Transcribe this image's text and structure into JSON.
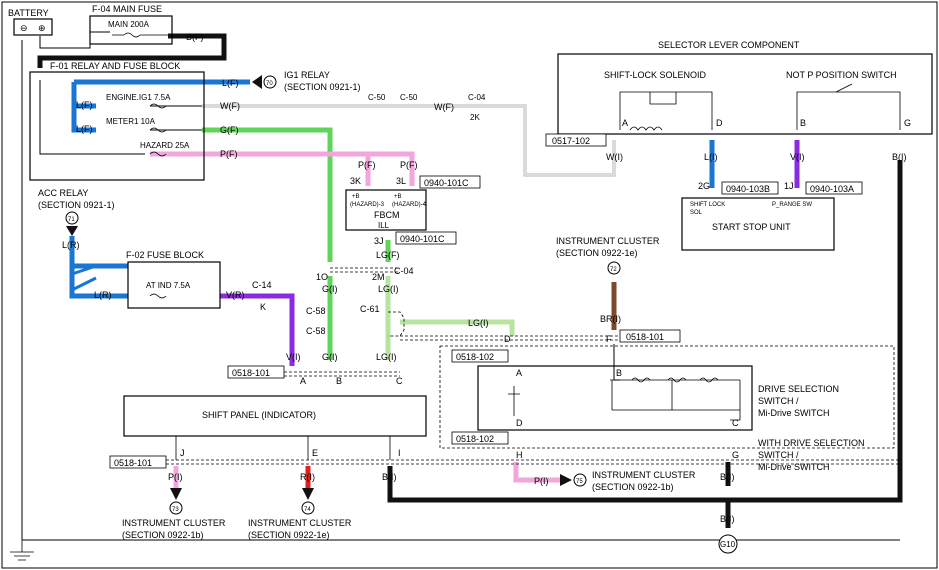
{
  "colors": {
    "blue": "#1976d2",
    "green": "#5fd35a",
    "pink": "#f3a6dd",
    "purple": "#8a2be2",
    "brown": "#7a4a2a",
    "black": "#111111",
    "red": "#e02020",
    "gray": "#b4b4b4"
  },
  "battery": {
    "label": "BATTERY",
    "minus": "⊖",
    "plus": "⊕"
  },
  "main_fuse": {
    "block_label": "F-04  MAIN FUSE",
    "fuse_label": "MAIN 200A",
    "wire": "B(F)"
  },
  "relay_block": {
    "label": "F-01  RELAY AND FUSE BLOCK",
    "out_wire": "L(F)",
    "ig1_tag": "70",
    "ig1_text": "IG1 RELAY",
    "ig1_section": "(SECTION 0921-1)",
    "engine_wire": "L(F)",
    "engine_fuse": "ENGINE.IG1 7.5A",
    "engine_out": "W(F)",
    "meter_wire": "L(F)",
    "meter_fuse": "METER1 10A",
    "meter_out": "G(F)",
    "hazard_fuse": "HAZARD 25A",
    "hazard_out": "P(F)"
  },
  "conn_c50": {
    "left": "C-50",
    "right": "C-50",
    "wire": "W(F)"
  },
  "conn_c04_top": {
    "label": "C-04",
    "pin": "2K"
  },
  "selector": {
    "title": "SELECTOR LEVER COMPONENT",
    "solenoid": "SHIFT-LOCK SOLENOID",
    "notp": "NOT P POSITION SWITCH",
    "pin_a": "A",
    "pin_d": "D",
    "pin_b": "B",
    "pin_g": "G",
    "conn": "0517-102",
    "wire_a": "W(I)",
    "wire_d": "L(I)",
    "wire_b": "V(I)",
    "wire_g": "B(I)"
  },
  "startstop": {
    "label": "START STOP UNIT",
    "pin1": "2G",
    "conn1": "0940-103B",
    "pin2": "1J",
    "conn2": "0940-103A",
    "sub1a": "SHIFT LOCK",
    "sub1b": "SOL",
    "sub2": "P_RANGE SW"
  },
  "fbcm": {
    "label": "FBCM",
    "p_left": "P(F)",
    "p_right": "P(F)",
    "pin_left": "3K",
    "pin_right": "3L",
    "conn_top": "0940-101C",
    "haz_left": "(HAZARD)-3",
    "haz_right": "(HAZARD)-4",
    "plus_left": "+B",
    "plus_right": "+B",
    "ill": "ILL",
    "pin_bottom": "3J",
    "conn_bottom": "0940-101C",
    "out_wire": "LG(F)"
  },
  "acc_relay": {
    "tag": "71",
    "text": "ACC RELAY",
    "section": "(SECTION 0921-1)",
    "wire": "L(R)"
  },
  "fuse_block_f02": {
    "label": "F-02  FUSE BLOCK",
    "fuse": "AT IND 7.5A",
    "in_wire": "L(R)",
    "out_wire": "V(R)"
  },
  "conn_c14": {
    "label": "C-14",
    "pin": "K"
  },
  "conn_c04": {
    "pin_left": "1O",
    "pin_right": "2M",
    "label": "C-04",
    "wire_g": "G(I)",
    "wire_lg": "LG(I)"
  },
  "conn_c58": {
    "label1": "C-58",
    "label2": "C-58",
    "wire": "G(I)"
  },
  "conn_c61": {
    "label": "C-61",
    "wire": "LG(I)",
    "branch": "LG(I)"
  },
  "instr_72": {
    "text": "INSTRUMENT CLUSTER",
    "section": "(SECTION 0922-1e)",
    "tag": "72",
    "wire": "BR(I)"
  },
  "conn_0518_f": {
    "pin": "F",
    "conn": "0518-101",
    "pin_d": "D"
  },
  "shift_panel": {
    "label": "SHIFT PANEL (INDICATOR)",
    "conn_top": "0518-101",
    "conn_bottom": "0518-101",
    "wire_a": "V(I)",
    "wire_b": "G(I)",
    "wire_c": "LG(I)",
    "pin_a": "A",
    "pin_b": "B",
    "pin_c": "C",
    "pin_j": "J",
    "pin_e": "E",
    "pin_i": "I",
    "wire_j": "P(I)",
    "wire_e": "R(I)",
    "wire_i": "B(I)"
  },
  "drive_switch": {
    "conn_top": "0518-102",
    "conn_bottom": "0518-102",
    "pin_a": "A",
    "pin_b": "B",
    "pin_c": "C",
    "pin_d": "D",
    "pin_g": "G",
    "pin_h": "H",
    "label1": "DRIVE SELECTION",
    "label2": "SWITCH /",
    "label3": "Mi-Drive SWITCH",
    "with1": "WITH DRIVE SELECTION",
    "with2": "SWITCH /",
    "with3": "Mi-Drive SWITCH"
  },
  "instr_75": {
    "wire": "P(I)",
    "tag": "75",
    "text": "INSTRUMENT CLUSTER",
    "section": "(SECTION 0922-1b)"
  },
  "instr_73": {
    "tag": "73",
    "text": "INSTRUMENT CLUSTER",
    "section": "(SECTION 0922-1b)"
  },
  "instr_74": {
    "tag": "74",
    "text": "INSTRUMENT CLUSTER",
    "section": "(SECTION 0922-1e)"
  },
  "ground": {
    "wire_g": "B(I)",
    "wire_bottom": "B(I)",
    "tag": "G10"
  }
}
